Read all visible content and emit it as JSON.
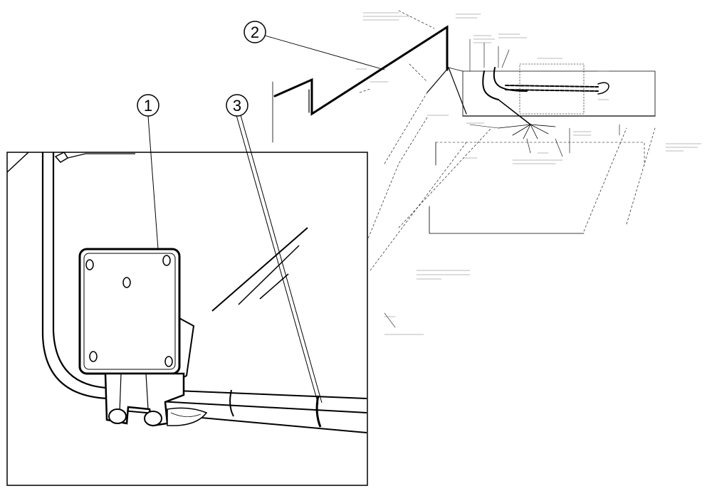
{
  "callouts": [
    {
      "id": "1",
      "label": "1"
    },
    {
      "id": "2",
      "label": "2"
    },
    {
      "id": "3",
      "label": "3"
    }
  ],
  "colors": {
    "line": "#000000",
    "fine_line": "#333333",
    "background": "#ffffff"
  }
}
